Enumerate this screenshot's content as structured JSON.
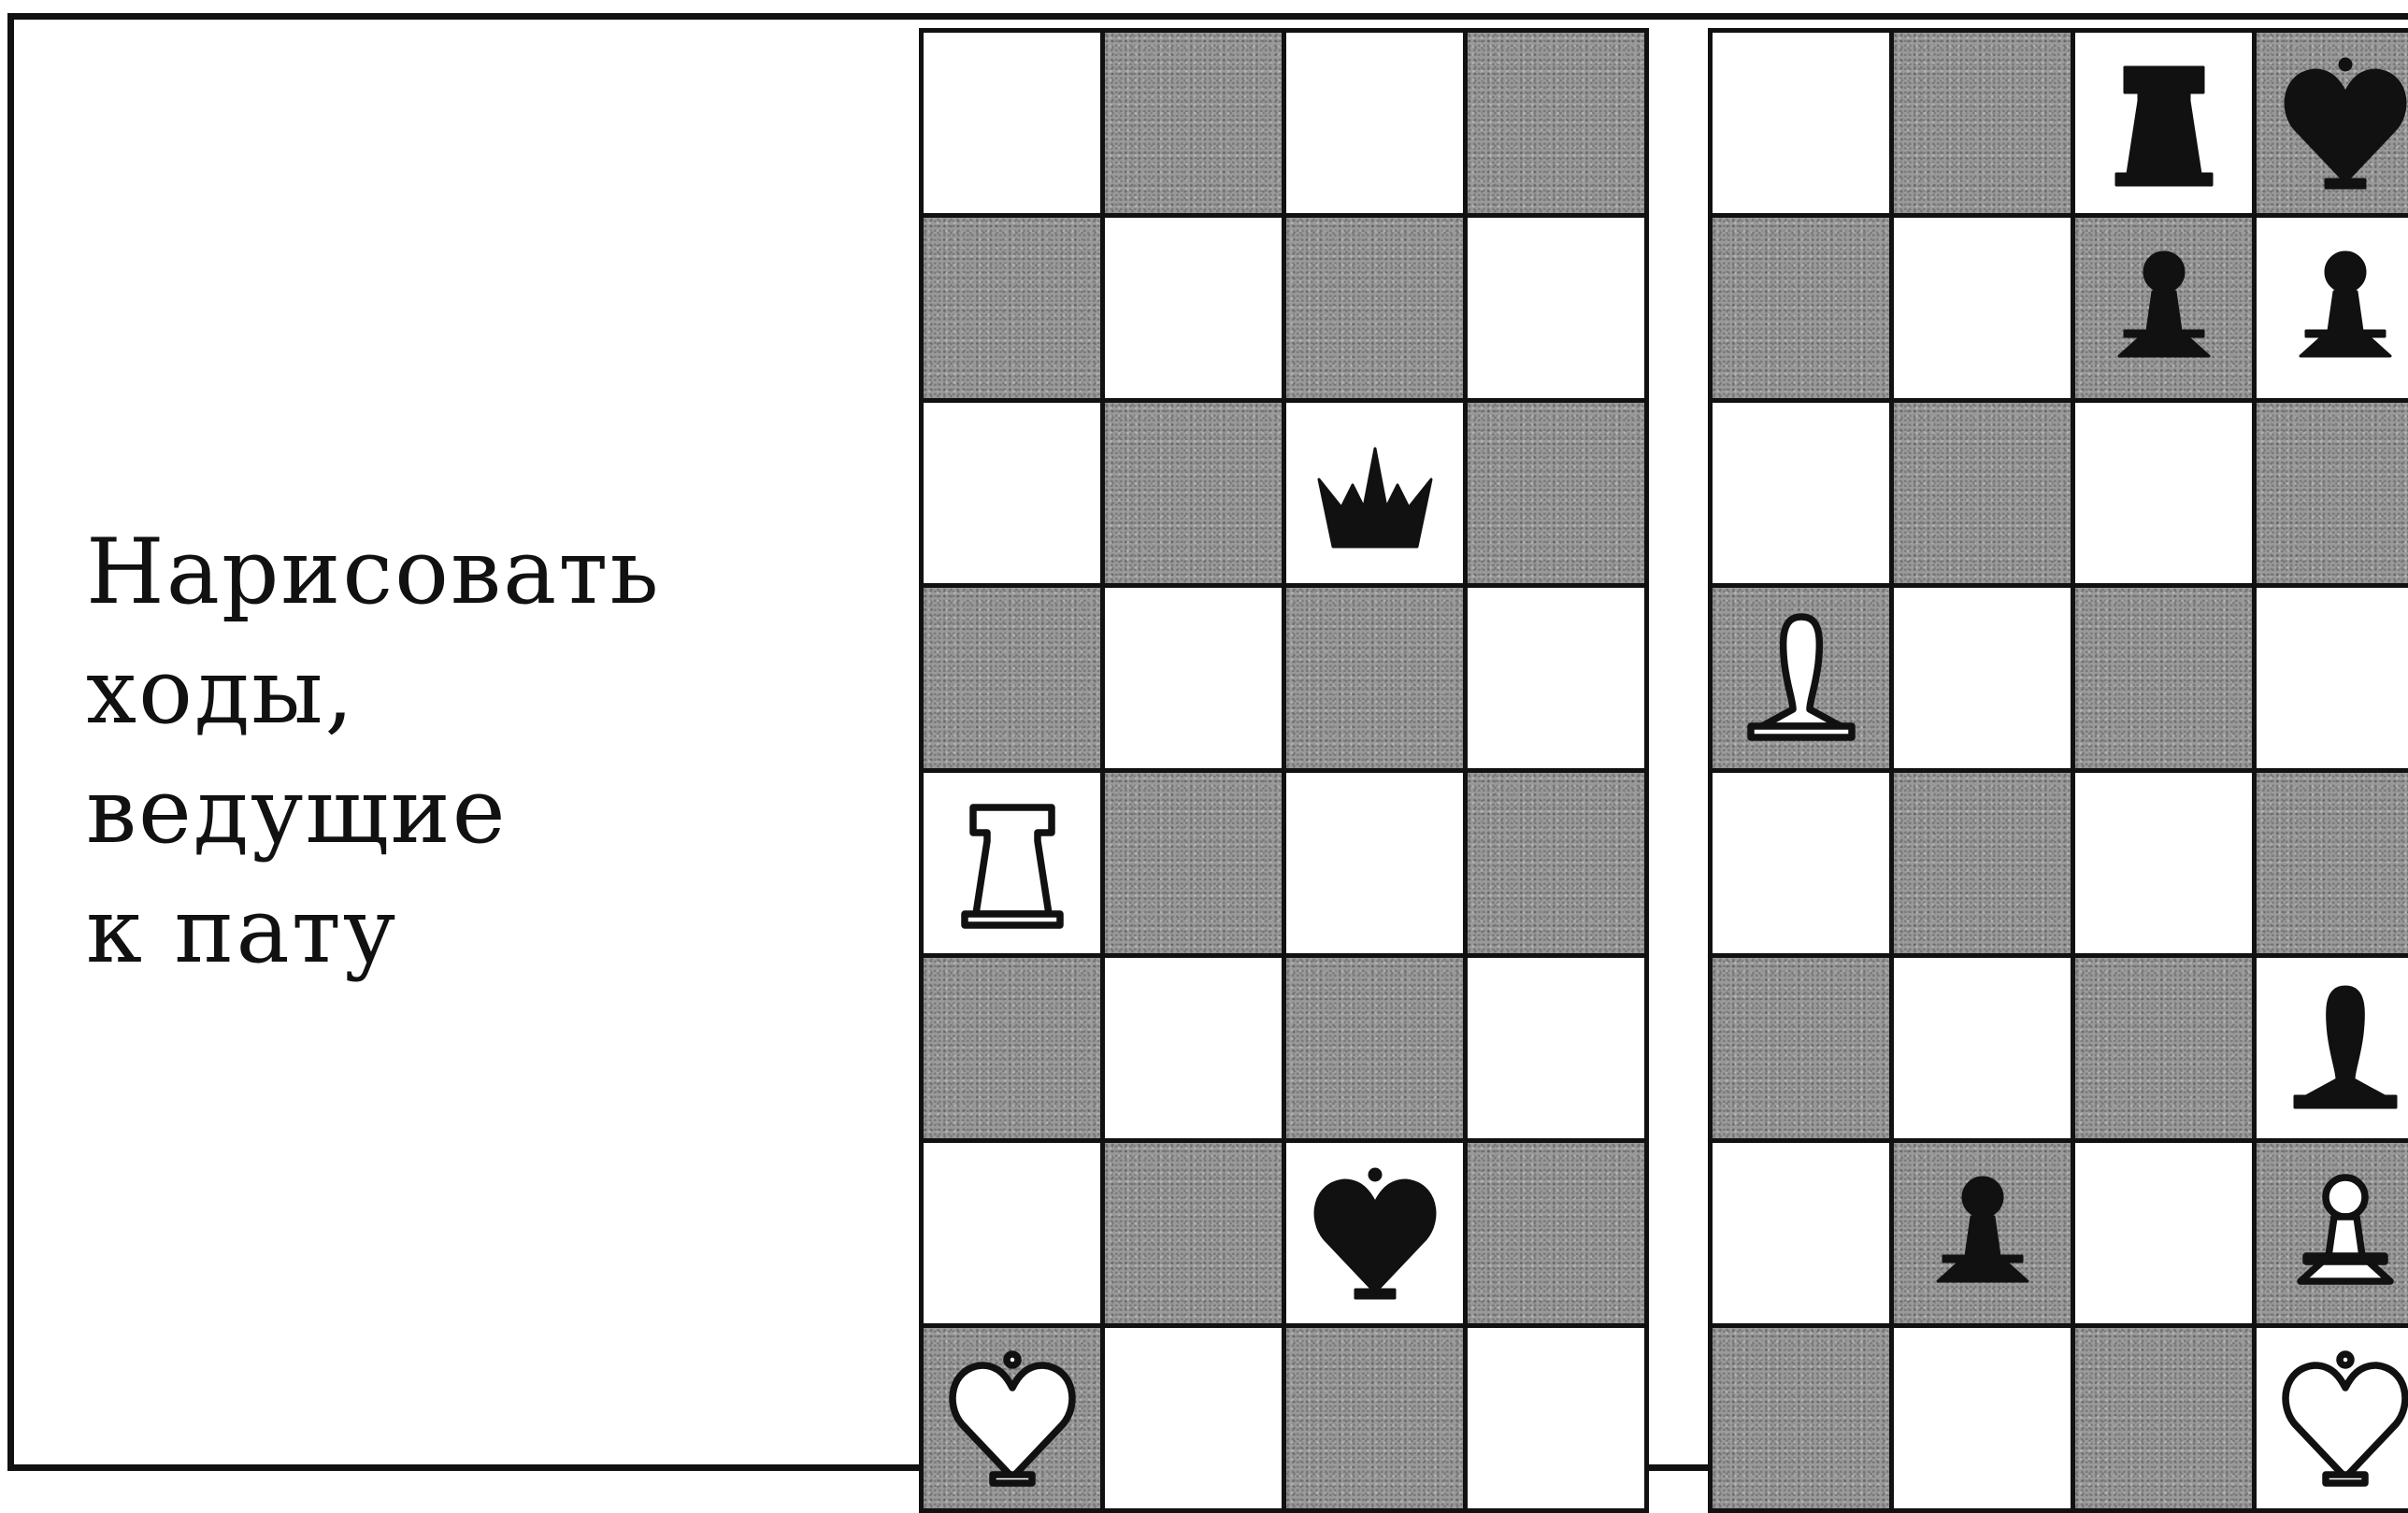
{
  "task": {
    "lines": [
      "Нарисовать",
      "ходы,",
      "ведущие",
      "к пату"
    ]
  },
  "boards": [
    {
      "name": "left",
      "pieces": [
        {
          "row": 2,
          "col": 2,
          "type": "crown",
          "color": "black"
        },
        {
          "row": 4,
          "col": 0,
          "type": "rook",
          "color": "white"
        },
        {
          "row": 6,
          "col": 2,
          "type": "heart",
          "color": "black"
        },
        {
          "row": 7,
          "col": 0,
          "type": "heart",
          "color": "white"
        }
      ]
    },
    {
      "name": "right",
      "pieces": [
        {
          "row": 0,
          "col": 2,
          "type": "rook",
          "color": "black"
        },
        {
          "row": 0,
          "col": 3,
          "type": "heart",
          "color": "black"
        },
        {
          "row": 1,
          "col": 2,
          "type": "pawn",
          "color": "black"
        },
        {
          "row": 1,
          "col": 3,
          "type": "pawn",
          "color": "black"
        },
        {
          "row": 3,
          "col": 0,
          "type": "bishop",
          "color": "white"
        },
        {
          "row": 5,
          "col": 3,
          "type": "bishop",
          "color": "black"
        },
        {
          "row": 6,
          "col": 1,
          "type": "pawn",
          "color": "black"
        },
        {
          "row": 6,
          "col": 3,
          "type": "pawn",
          "color": "white"
        },
        {
          "row": 7,
          "col": 3,
          "type": "heart",
          "color": "white"
        }
      ]
    }
  ],
  "colors": {
    "dark_square": "#9a9a9a",
    "light_square": "#ffffff",
    "ink": "#111111"
  }
}
